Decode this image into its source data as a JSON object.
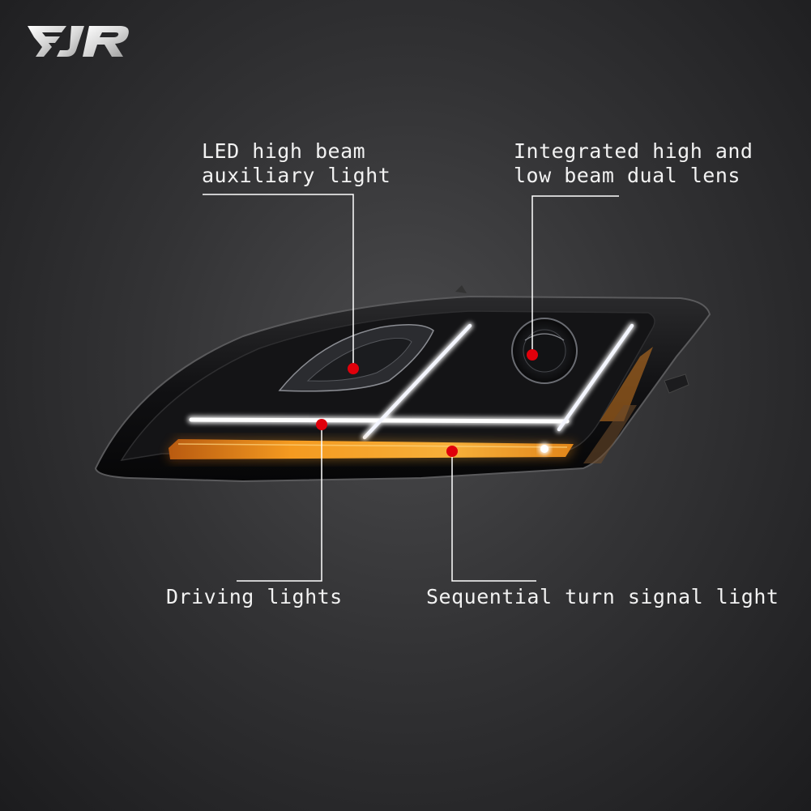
{
  "brand": {
    "logo_text": "EJR"
  },
  "callouts": [
    {
      "id": "led-high-beam",
      "lines": [
        "LED high beam",
        "auxiliary light"
      ]
    },
    {
      "id": "dual-lens",
      "lines": [
        "Integrated high and",
        "low beam dual lens"
      ]
    },
    {
      "id": "driving-lights",
      "lines": [
        "Driving lights"
      ]
    },
    {
      "id": "turn-signal",
      "lines": [
        "Sequential turn signal light"
      ]
    }
  ],
  "colors": {
    "marker": "#e0000b",
    "leader_line": "#ffffff",
    "amber": "#f29a1f",
    "drl": "#ffffff"
  }
}
